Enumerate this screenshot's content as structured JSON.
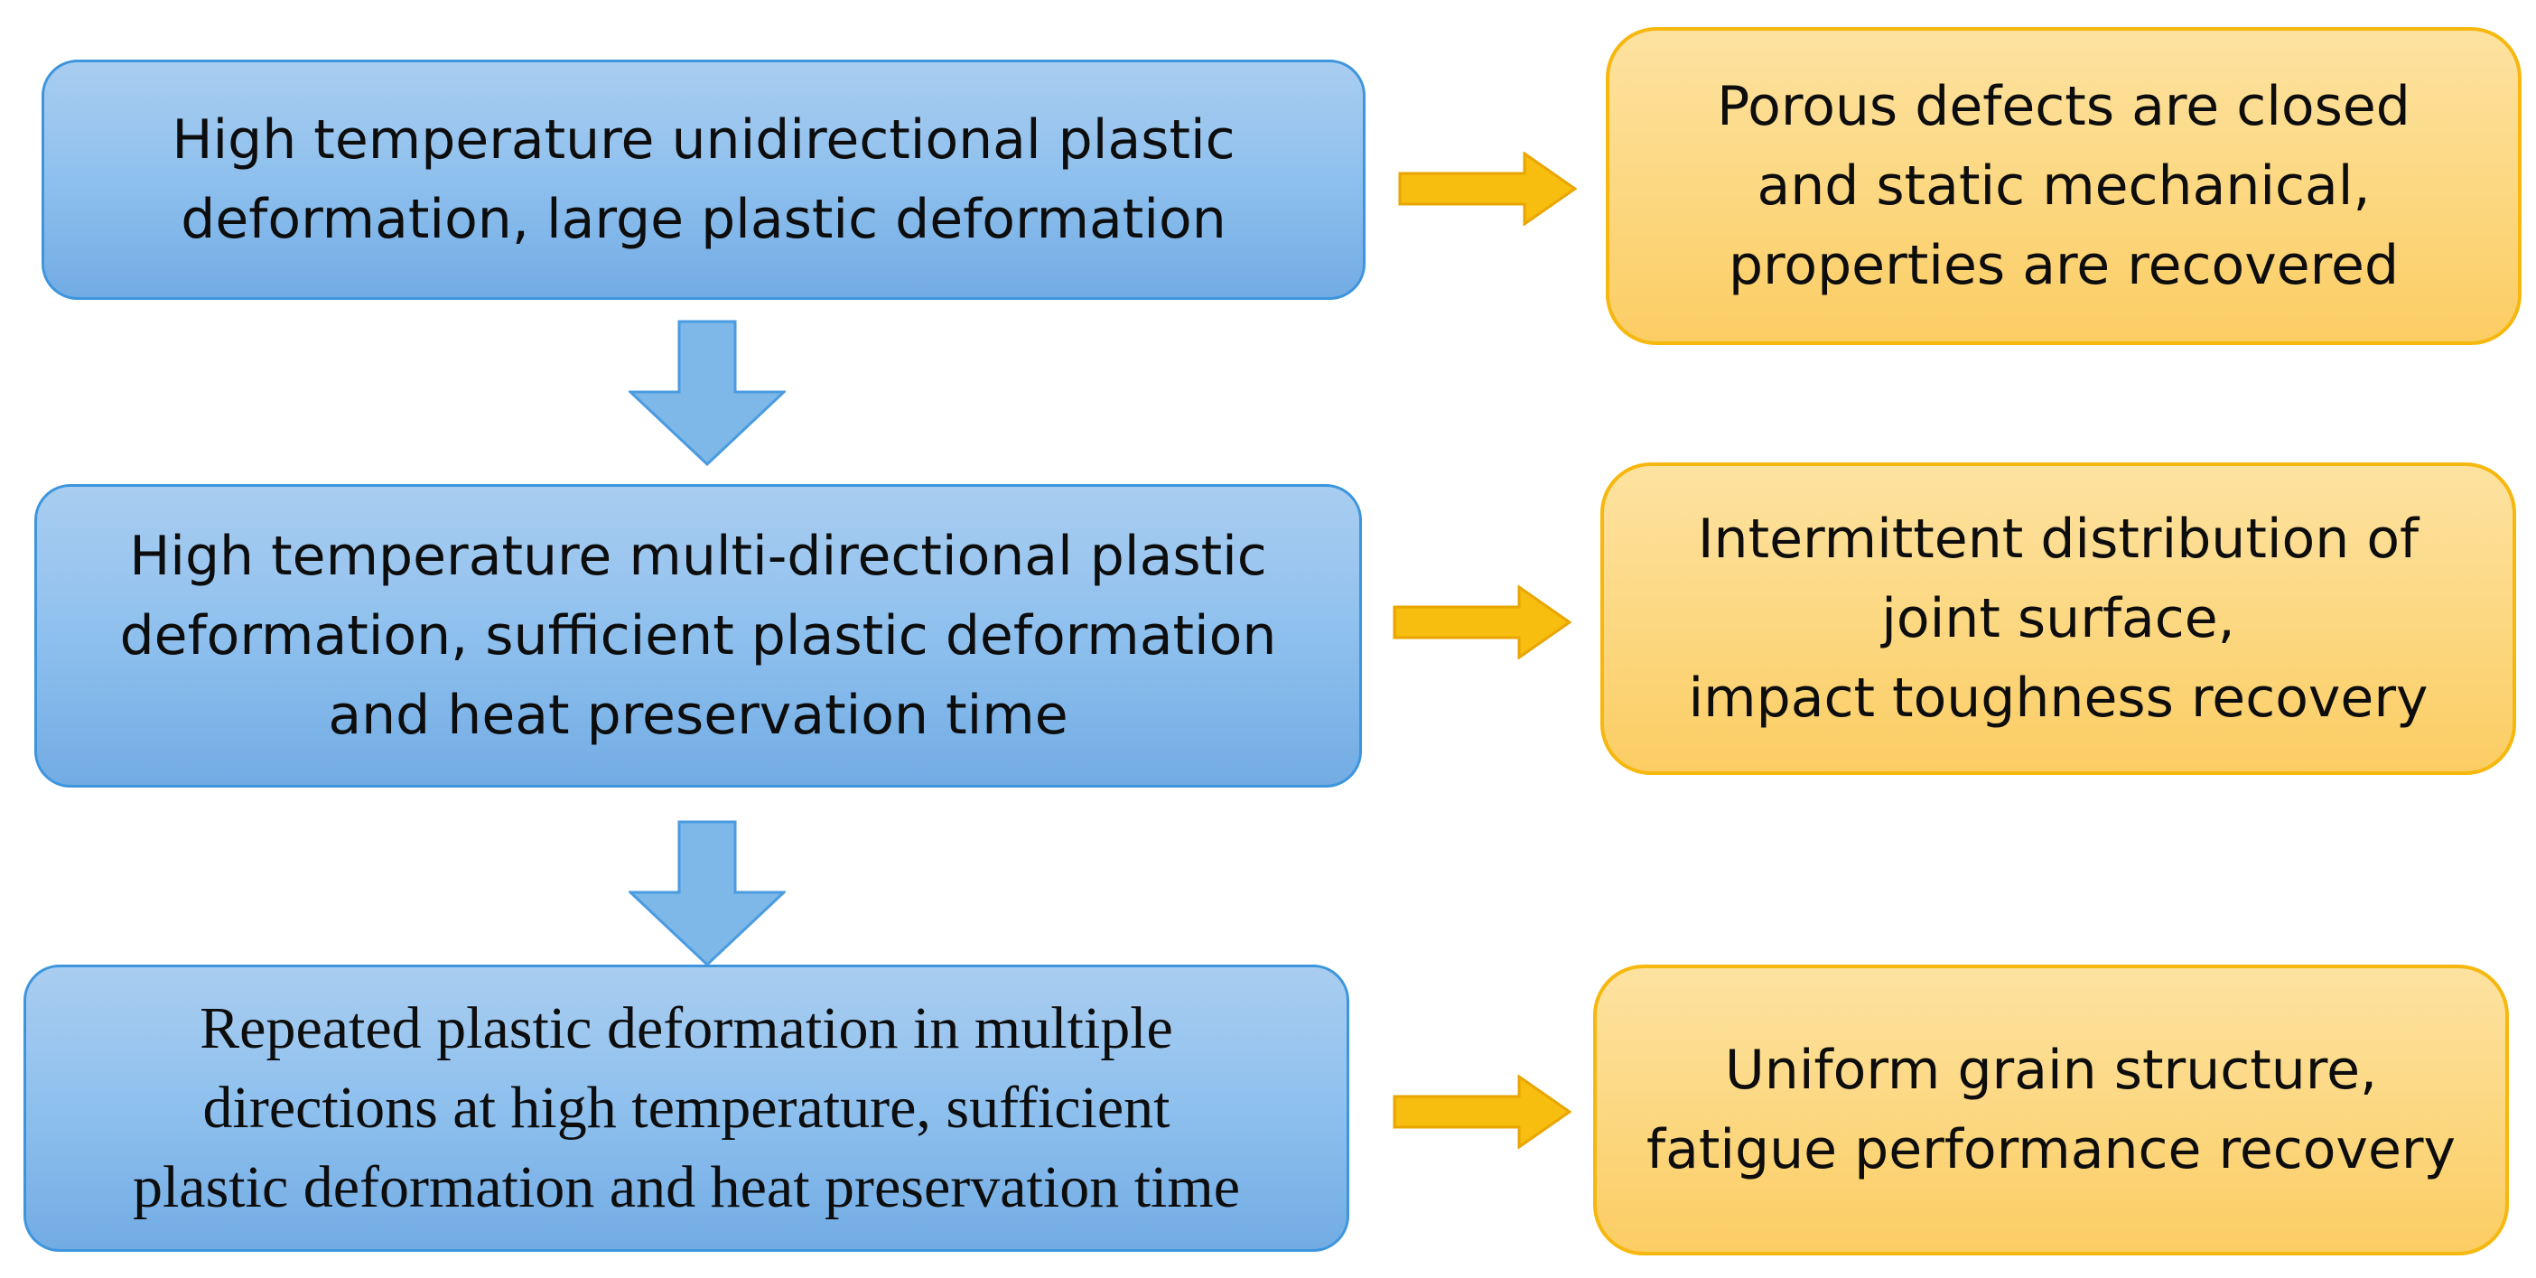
{
  "diagram": {
    "steps": [
      {
        "process": "High temperature unidirectional plastic\ndeformation, large plastic deformation",
        "result": "Porous defects are closed\nand static mechanical,\nproperties are recovered"
      },
      {
        "process": "High temperature multi-directional plastic\ndeformation, sufficient plastic deformation\nand heat preservation time",
        "result": "Intermittent distribution of\njoint surface,\nimpact toughness recovery"
      },
      {
        "process": "Repeated plastic deformation in multiple\ndirections at high temperature, sufficient\nplastic deformation and heat preservation time",
        "result": "Uniform grain structure,\nfatigue performance recovery"
      }
    ],
    "colors": {
      "process_fill": "#8ec0ee",
      "process_border": "#3d95dd",
      "result_fill": "#fcd77f",
      "result_border": "#f6b80f",
      "down_arrow": "#7db8e8",
      "right_arrow": "#f7bd0f"
    }
  }
}
